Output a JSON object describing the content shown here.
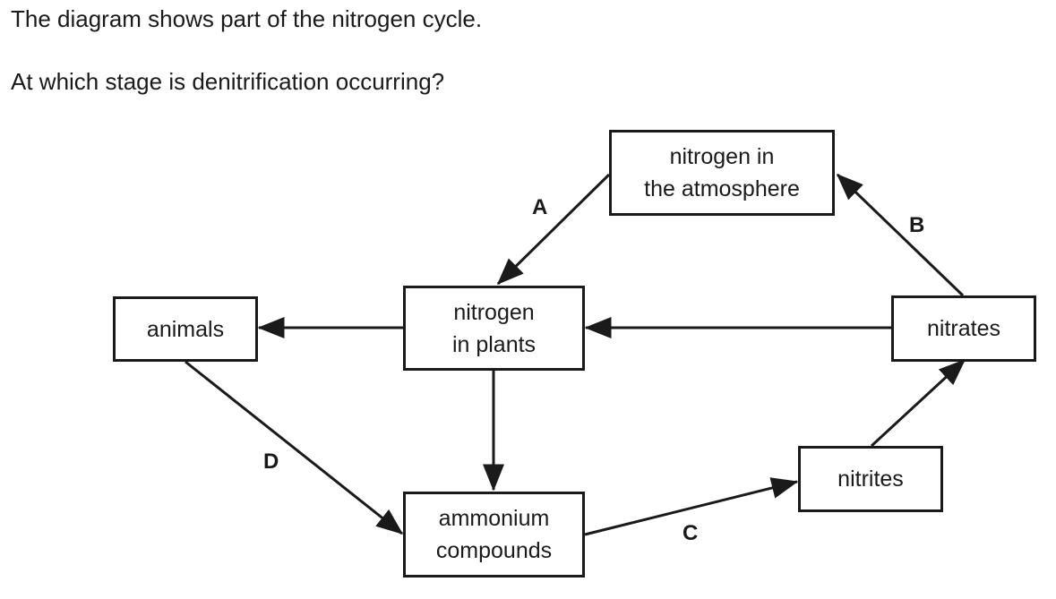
{
  "question": {
    "intro": "The diagram shows part of the nitrogen cycle.",
    "prompt": "At which stage is denitrification occurring?"
  },
  "nodes": {
    "atmosphere": {
      "line1": "nitrogen in",
      "line2": "the atmosphere"
    },
    "plants": {
      "line1": "nitrogen",
      "line2": "in plants"
    },
    "animals": {
      "line1": "animals"
    },
    "nitrates": {
      "line1": "nitrates"
    },
    "nitrites": {
      "line1": "nitrites"
    },
    "ammonium": {
      "line1": "ammonium",
      "line2": "compounds"
    }
  },
  "stage_labels": {
    "a": "A",
    "b": "B",
    "c": "C",
    "d": "D"
  },
  "edges": [
    {
      "from": "atmosphere",
      "to": "plants",
      "label": "A"
    },
    {
      "from": "nitrates",
      "to": "atmosphere",
      "label": "B"
    },
    {
      "from": "ammonium",
      "to": "nitrites",
      "label": "C"
    },
    {
      "from": "animals",
      "to": "ammonium",
      "label": "D"
    },
    {
      "from": "plants",
      "to": "animals"
    },
    {
      "from": "nitrates",
      "to": "plants"
    },
    {
      "from": "plants",
      "to": "ammonium"
    },
    {
      "from": "nitrites",
      "to": "nitrates"
    }
  ]
}
